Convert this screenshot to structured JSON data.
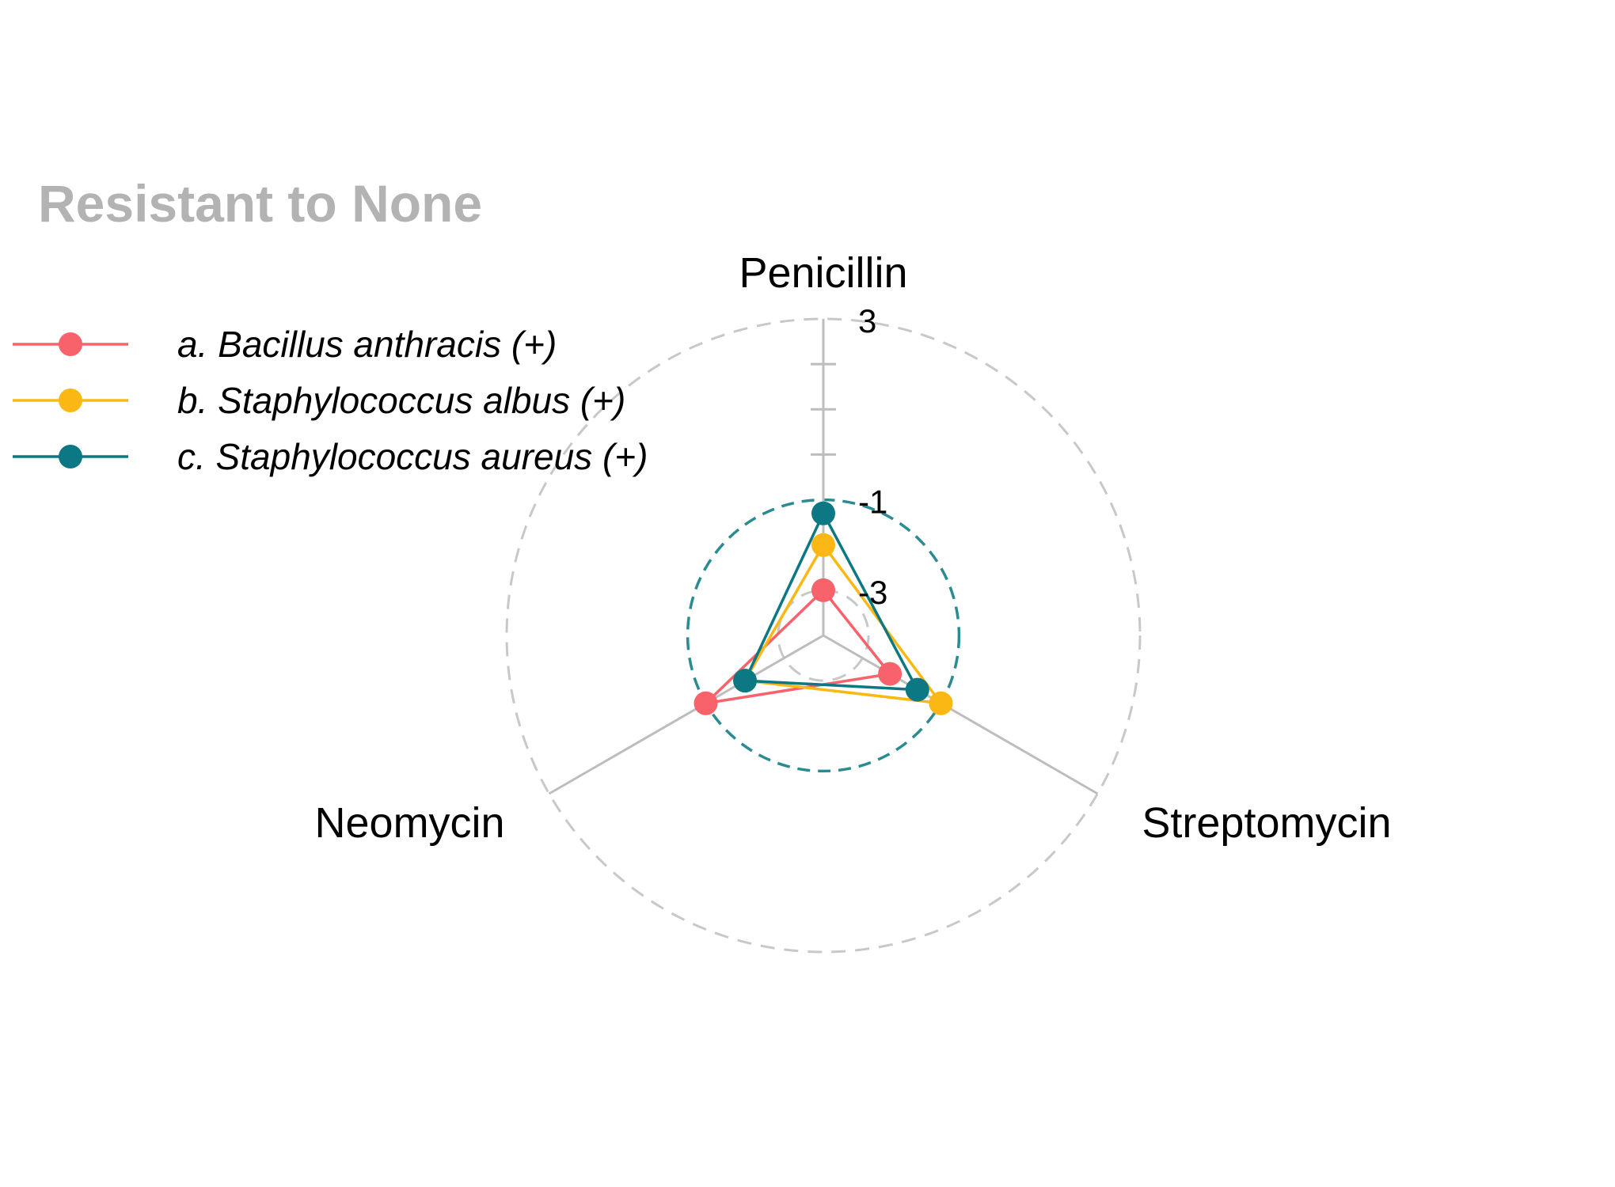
{
  "colors": {
    "title": "#b3b3b3",
    "axis": "#bdbdbd",
    "grid": "#c8c8c8",
    "threshold": "#2a8c92"
  },
  "chart_data": {
    "type": "radar",
    "title": "Resistant to None",
    "axes": [
      "Penicillin",
      "Streptomycin",
      "Neomycin"
    ],
    "scale": "log10",
    "range": [
      -4,
      3
    ],
    "tick_labels": [
      "3",
      "-1",
      "-3"
    ],
    "grid_values": [
      3,
      -3
    ],
    "threshold_value": -1,
    "series": [
      {
        "name": "a. Bacillus anthracis (+)",
        "color": "#f8626b",
        "values": [
          -3.0,
          -2.3,
          -1.0
        ]
      },
      {
        "name": "b. Staphylococcus albus (+)",
        "color": "#fbb814",
        "values": [
          -2.0,
          -1.0,
          -2.0
        ]
      },
      {
        "name": "c. Staphylococcus aureus (+)",
        "color": "#0b7883",
        "values": [
          -1.3,
          -1.6,
          -2.0
        ]
      }
    ],
    "legend": "top-left"
  }
}
